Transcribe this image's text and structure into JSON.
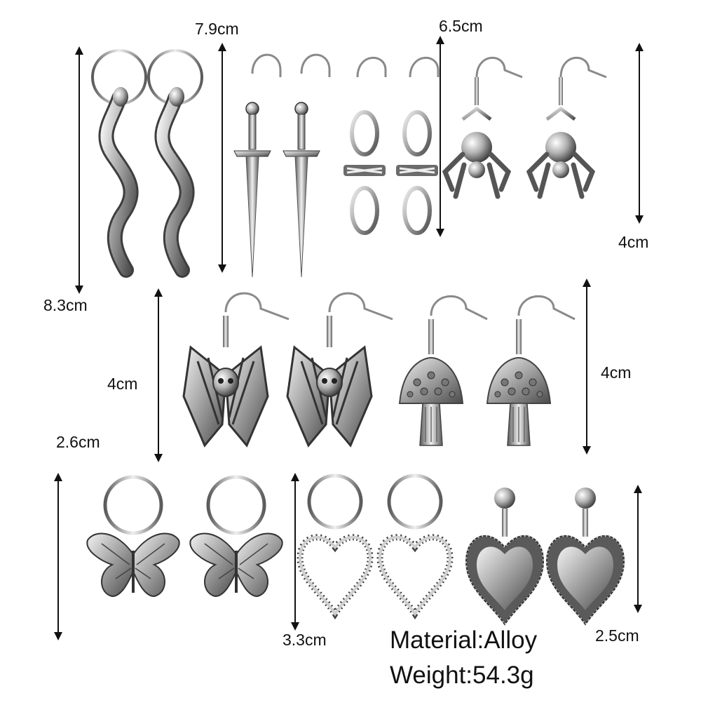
{
  "product": {
    "material_label": "Material:Alloy",
    "weight_label": "Weight:54.3g"
  },
  "dimensions": {
    "snake": "8.3cm",
    "sword": "7.9cm",
    "ankh": "6.5cm",
    "spider": "4cm",
    "skull_butterfly": "4cm",
    "mushroom": "4cm",
    "butterfly": "2.6cm",
    "open_heart": "3.3cm",
    "stud_heart": "2.5cm"
  },
  "colors": {
    "background": "#ffffff",
    "metal_light": "#d9d9d9",
    "metal_mid": "#9a9a9a",
    "metal_dark": "#3c3c3c",
    "text": "#111111"
  }
}
